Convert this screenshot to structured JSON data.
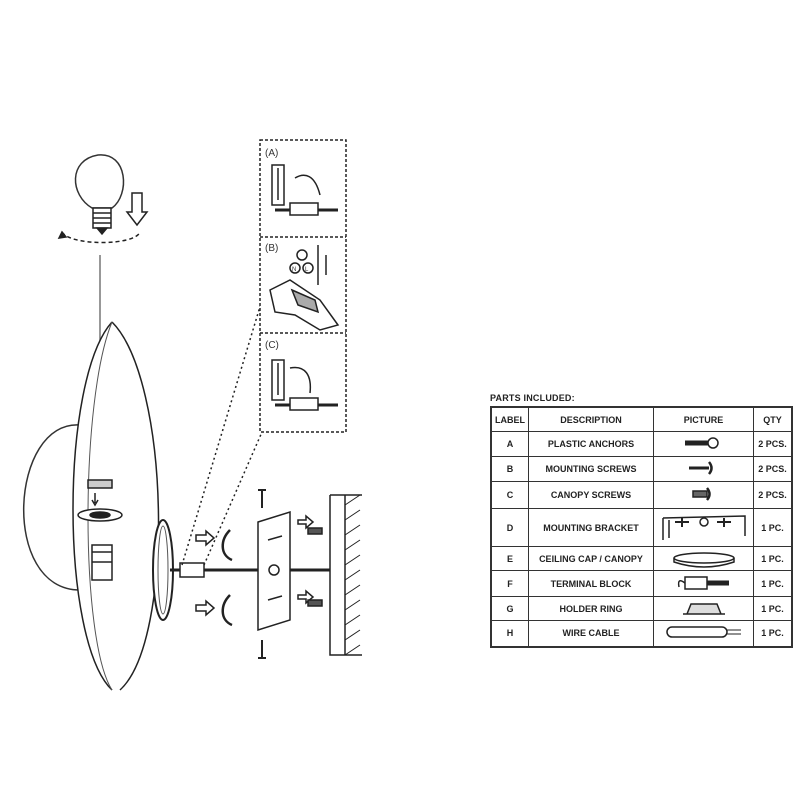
{
  "diagram": {
    "detail_labels": [
      "(A)",
      "(B)",
      "(C)"
    ],
    "wire_labels": {
      "neutral": "N",
      "live": "L"
    }
  },
  "parts": {
    "title": "PARTS INCLUDED:",
    "headers": {
      "label": "LABEL",
      "description": "DESCRIPTION",
      "picture": "PICTURE",
      "qty": "QTY"
    },
    "rows": [
      {
        "label": "A",
        "description": "PLASTIC ANCHORS",
        "picture": "plastic-anchor-icon",
        "qty": "2 PCS."
      },
      {
        "label": "B",
        "description": "MOUNTING SCREWS",
        "picture": "mounting-screw-icon",
        "qty": "2 PCS."
      },
      {
        "label": "C",
        "description": "CANOPY SCREWS",
        "picture": "canopy-screw-icon",
        "qty": "2 PCS."
      },
      {
        "label": "D",
        "description": "MOUNTING BRACKET",
        "picture": "mounting-bracket-icon",
        "qty": "1 PC."
      },
      {
        "label": "E",
        "description": "CEILING CAP / CANOPY",
        "picture": "canopy-icon",
        "qty": "1 PC."
      },
      {
        "label": "F",
        "description": "TERMINAL BLOCK",
        "picture": "terminal-block-icon",
        "qty": "1 PC."
      },
      {
        "label": "G",
        "description": "HOLDER RING",
        "picture": "holder-ring-icon",
        "qty": "1 PC."
      },
      {
        "label": "H",
        "description": "WIRE CABLE",
        "picture": "wire-cable-icon",
        "qty": "1 PC."
      }
    ]
  }
}
